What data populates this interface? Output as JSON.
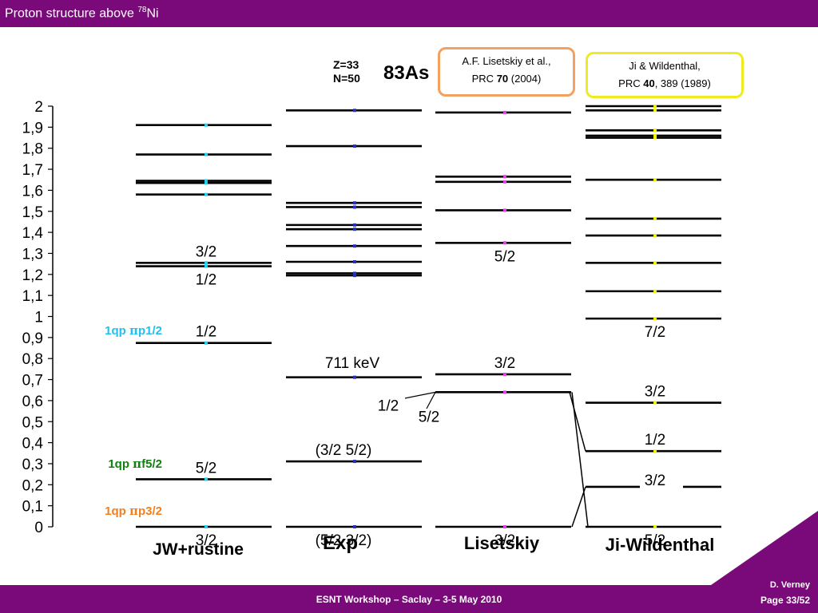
{
  "title_main": "Proton structure above ",
  "title_sup": "78",
  "title_tail": "Ni",
  "workshop": "ESNT Workshop –   Saclay –   3-5 May 2010",
  "author": "D. Verney",
  "page": "Page 33/52",
  "nucleus": {
    "z": "Z=33",
    "n": "N=50",
    "name": "83As"
  },
  "ref1": {
    "line1": "A.F. Lisetskiy et al.,",
    "journal": "PRC ",
    "volume": "70",
    "rest": " (2004)"
  },
  "ref2": {
    "line1": "Ji & Wildenthal,",
    "journal": "PRC ",
    "volume": "40",
    "rest": ", 389 (1989)"
  },
  "axis": {
    "ticks": [
      "0",
      "0,1",
      "0,2",
      "0,3",
      "0,4",
      "0,5",
      "0,6",
      "0,7",
      "0,8",
      "0,9",
      "1",
      "1,1",
      "1,2",
      "1,3",
      "1,4",
      "1,5",
      "1,6",
      "1,7",
      "1,8",
      "1,9",
      "2"
    ],
    "min": 0,
    "max": 2
  },
  "colors": {
    "bar": "#7a0a7a",
    "cyan": "#20d0f0",
    "blue": "#2030c0",
    "magenta": "#e040e0",
    "yellow": "#f0f000",
    "green": "#108010",
    "orange": "#f08020"
  },
  "annotations": {
    "qp1": {
      "pre": "1qp ",
      "pi": "π",
      "post": "p1/2"
    },
    "qp2": {
      "pre": "1qp ",
      "pi": "π",
      "post": "f5/2"
    },
    "qp3": {
      "pre": "1qp ",
      "pi": "π",
      "post": "p3/2"
    },
    "kev": "711 keV"
  },
  "chart_data": {
    "type": "level-scheme",
    "unit_axis": "MeV",
    "columns": [
      {
        "name": "JW+rustine",
        "marker": "cyan",
        "levels": [
          0,
          0.226,
          0.874,
          1.239,
          1.255,
          1.58,
          1.635,
          1.645,
          1.77,
          1.91
        ],
        "labels": [
          {
            "text": "3/2",
            "e": 0,
            "pos": "below"
          },
          {
            "text": "5/2",
            "e": 0.226,
            "pos": "above"
          },
          {
            "text": "1/2",
            "e": 0.874,
            "pos": "above"
          },
          {
            "text": "1/2",
            "e": 1.239,
            "pos": "below"
          },
          {
            "text": "3/2",
            "e": 1.255,
            "pos": "above"
          }
        ]
      },
      {
        "name": "Exp",
        "marker": "blue",
        "levels": [
          0,
          0.311,
          0.711,
          1.195,
          1.205,
          1.26,
          1.335,
          1.415,
          1.435,
          1.52,
          1.54,
          1.81,
          1.98
        ],
        "labels": [
          {
            "text": "(5/2 3/2)",
            "e": 0,
            "pos": "below"
          },
          {
            "text": "(3/2 5/2)",
            "e": 0.311,
            "pos": "above"
          }
        ]
      },
      {
        "name": "Lisetskiy",
        "marker": "magenta",
        "levels": [
          0,
          0.64,
          0.725,
          1.35,
          1.505,
          1.64,
          1.665,
          1.97
        ],
        "labels": [
          {
            "text": "3/2",
            "e": 0,
            "pos": "below"
          },
          {
            "text": "5/2",
            "e": 0.64,
            "pos": "side"
          },
          {
            "text": "1/2",
            "e": 0.64,
            "pos": "side"
          },
          {
            "text": "3/2",
            "e": 0.725,
            "pos": "above"
          },
          {
            "text": "5/2",
            "e": 1.35,
            "pos": "below"
          }
        ]
      },
      {
        "name": "Ji-Wildenthal",
        "marker": "yellow",
        "levels": [
          0,
          0.19,
          0.36,
          0.59,
          0.99,
          1.12,
          1.255,
          1.385,
          1.465,
          1.65,
          1.85,
          1.86,
          1.885,
          1.98,
          2.0
        ],
        "labels": [
          {
            "text": "5/2",
            "e": 0,
            "pos": "below"
          },
          {
            "text": "3/2",
            "e": 0.19,
            "pos": "above"
          },
          {
            "text": "1/2",
            "e": 0.36,
            "pos": "above"
          },
          {
            "text": "3/2",
            "e": 0.59,
            "pos": "above"
          },
          {
            "text": "7/2",
            "e": 0.99,
            "pos": "below"
          }
        ]
      }
    ]
  }
}
